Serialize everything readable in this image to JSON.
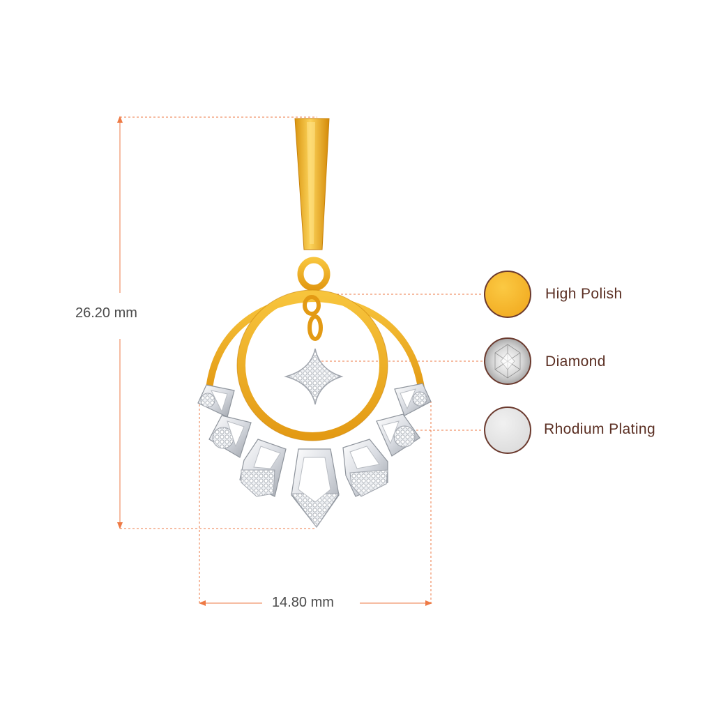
{
  "dimensions": {
    "height_label": "26.20 mm",
    "width_label": "14.80 mm"
  },
  "legend": {
    "items": [
      {
        "label": "High Polish",
        "swatch": "gold",
        "fill": "#f5b82e"
      },
      {
        "label": "Diamond",
        "swatch": "diamond",
        "fill": "#d8d8d8"
      },
      {
        "label": "Rhodium Plating",
        "swatch": "rhodium",
        "fill": "#e5e5e5"
      }
    ],
    "ring_color": "#6b3a2e"
  },
  "colors": {
    "dimension_line": "#ee7a45",
    "gold_light": "#fbd35a",
    "gold_mid": "#f0a81c",
    "gold_dark": "#c8820a",
    "silver": "#e4e6ea"
  }
}
